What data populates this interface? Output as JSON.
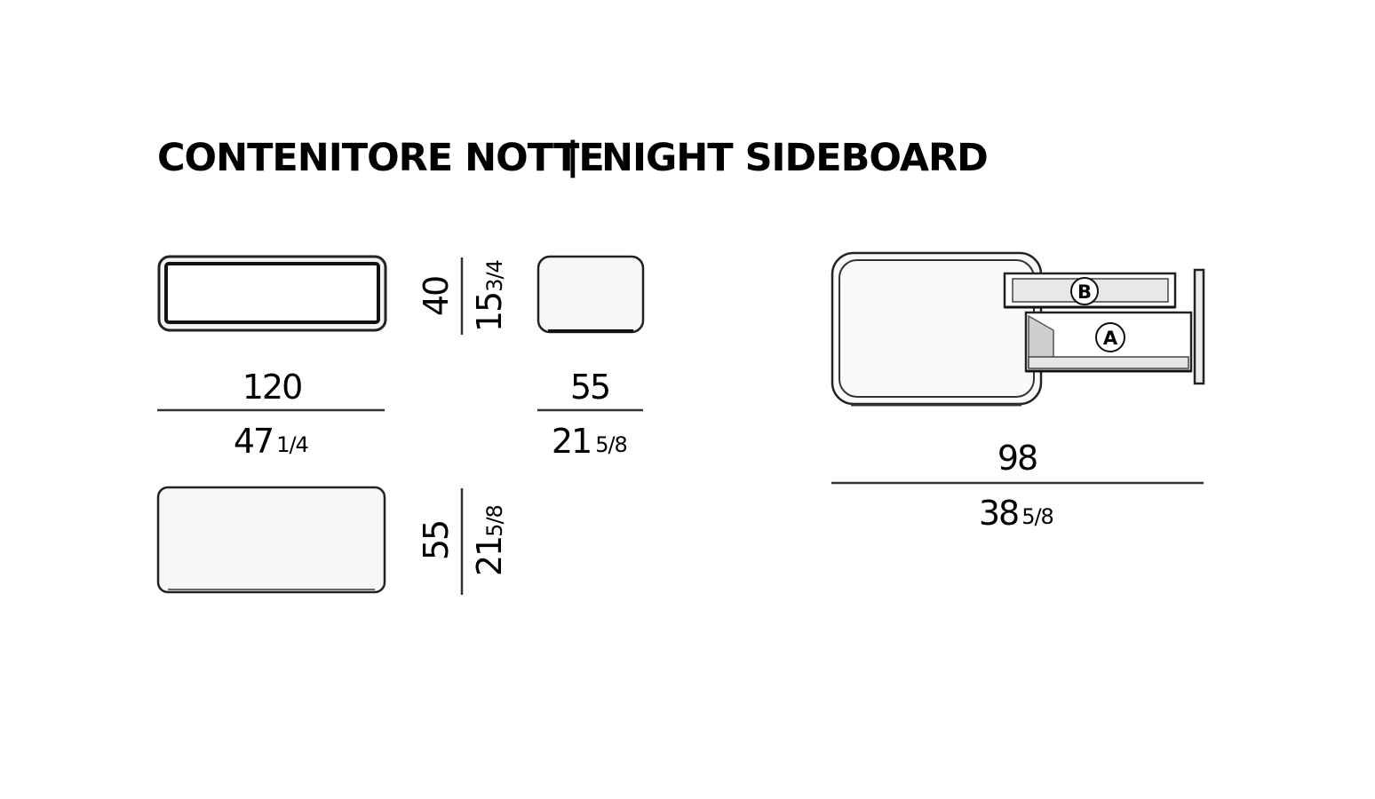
{
  "title": {
    "it": "CONTENITORE NOTTE",
    "separator": "|",
    "en": "NIGHT SIDEBOARD"
  },
  "front_view": {
    "width_cm": "120",
    "width_in": "47",
    "width_in_frac": "1/4",
    "height_cm": "40",
    "height_in": "15",
    "height_in_frac": "3/4"
  },
  "side_view": {
    "depth_cm": "55",
    "depth_in": "21",
    "depth_in_frac": "5/8"
  },
  "top_view": {
    "depth_cm": "55",
    "depth_in": "21",
    "depth_in_frac": "5/8"
  },
  "open_view": {
    "depth_cm": "98",
    "depth_in": "38",
    "depth_in_frac": "5/8",
    "drawer_a_label": "A",
    "drawer_b_label": "B"
  }
}
